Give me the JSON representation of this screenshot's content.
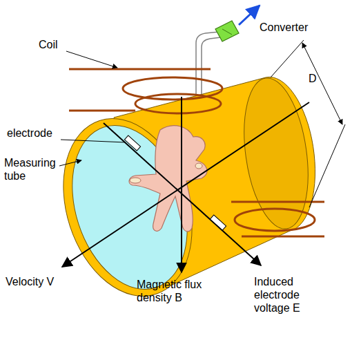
{
  "diagram": {
    "labels": [
      "Converter",
      "Coil",
      "D",
      "electrode",
      "Measuring tube",
      "Velocity V",
      "Magnetic flux density B",
      "Induced electrode voltage E"
    ]
  }
}
